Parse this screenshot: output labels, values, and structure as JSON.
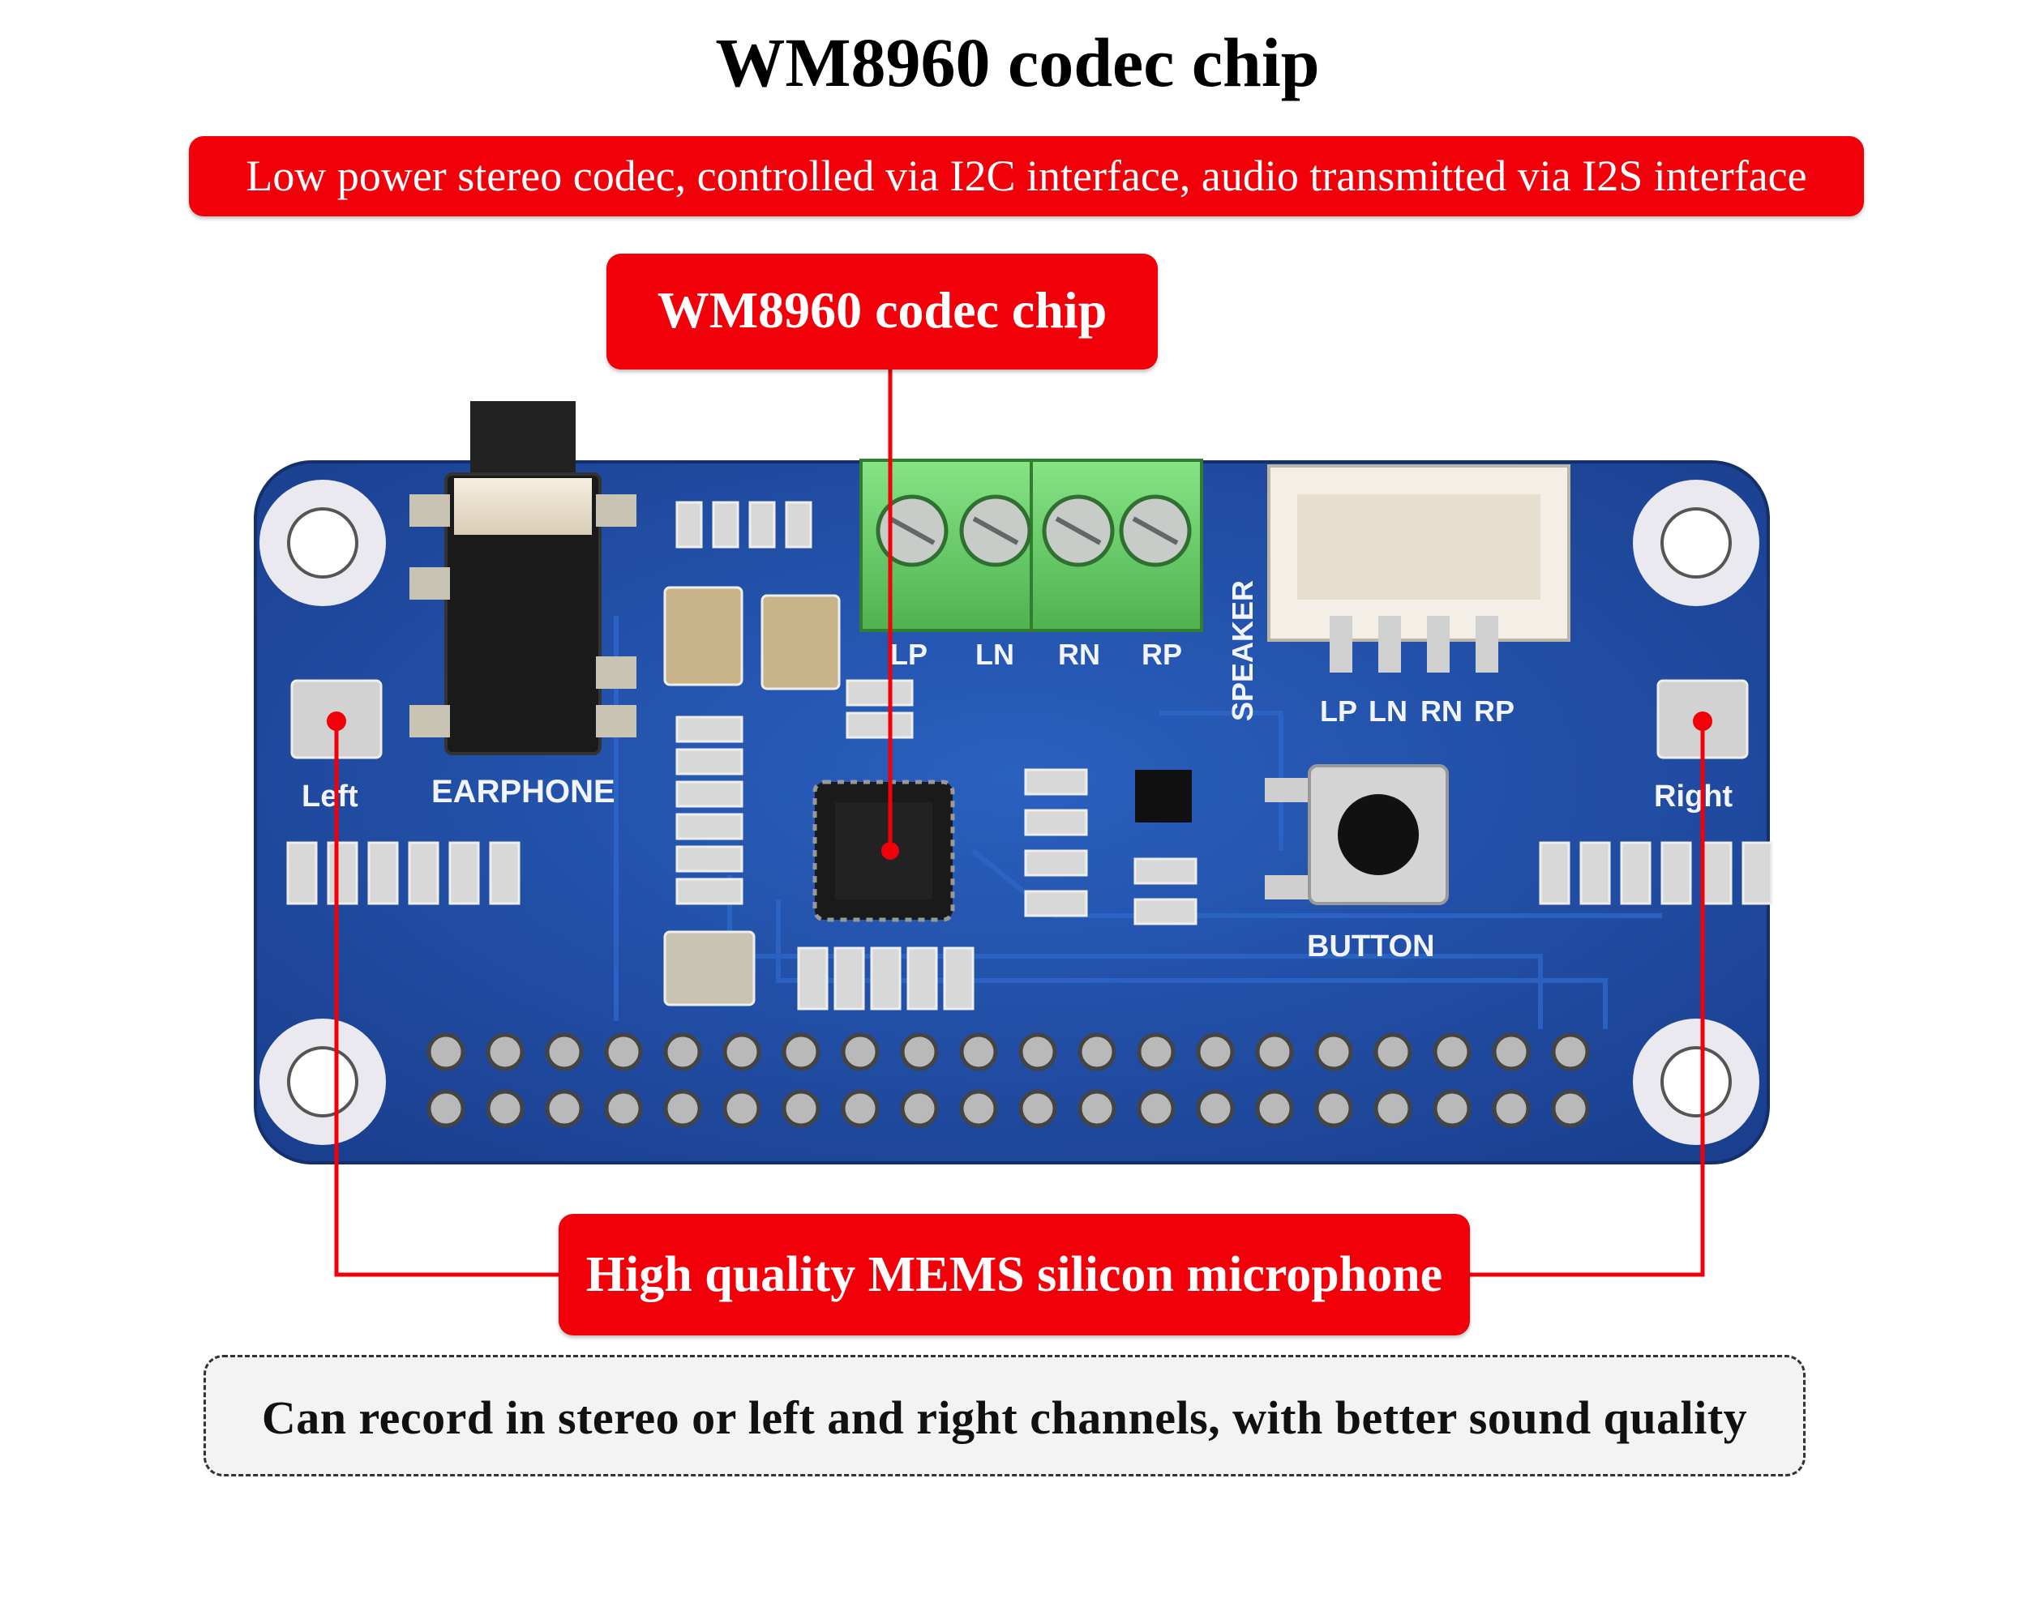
{
  "title": "WM8960 codec chip",
  "subtitle": "Low power stereo codec, controlled via I2C interface, audio transmitted via I2S interface",
  "callouts": {
    "chip": "WM8960 codec chip",
    "mic": "High quality MEMS silicon microphone"
  },
  "footer": "Can record in stereo or left and right channels, with better sound quality",
  "board": {
    "earphone": "EARPHONE",
    "left": "Left",
    "right": "Right",
    "speaker": "SPEAKER",
    "button": "BUTTON",
    "terminal_pins": [
      "LP",
      "LN",
      "RN",
      "RP"
    ],
    "connector_pins": [
      "LP",
      "LN",
      "RN",
      "RP"
    ]
  },
  "colors": {
    "pcb": "#1f4fa8",
    "accent_red": "#f2000a",
    "terminal_green": "#6fd06f"
  }
}
